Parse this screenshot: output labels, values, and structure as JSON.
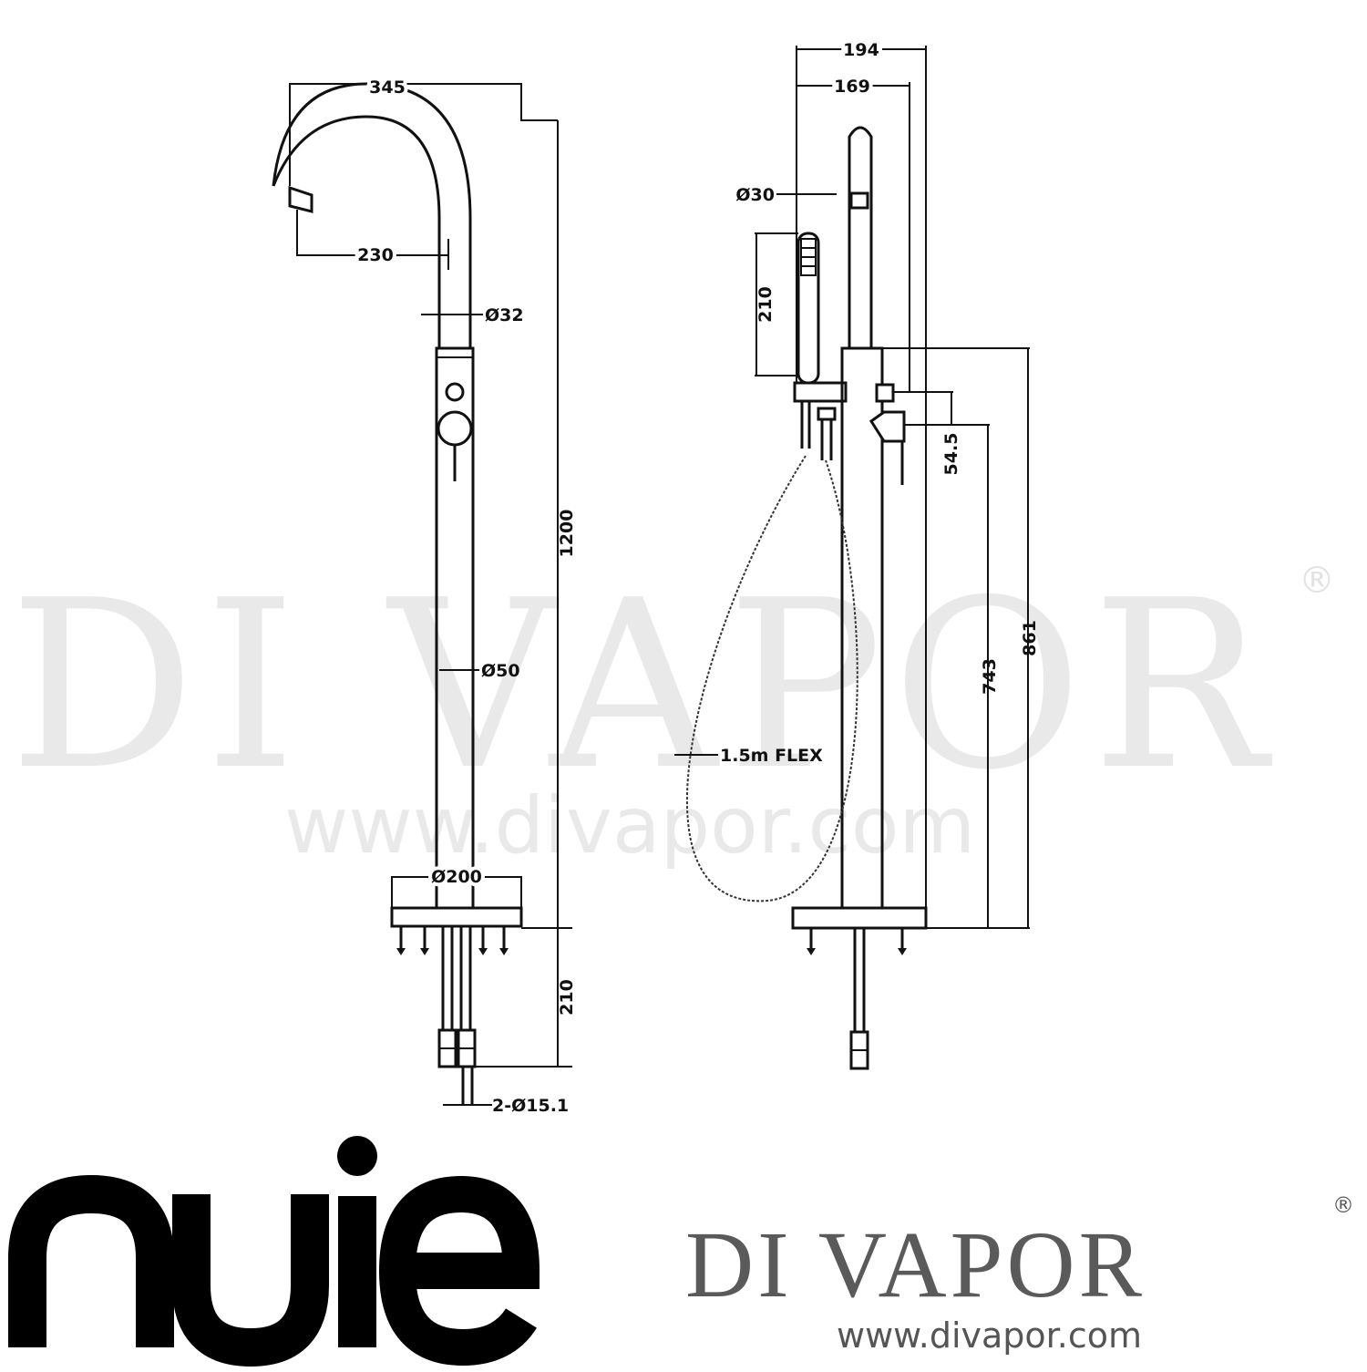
{
  "watermark": {
    "brand": "DI VAPOR",
    "reg": "®",
    "url": "www.divapor.com"
  },
  "front_view": {
    "spout_reach": "345",
    "spout_projection": "230",
    "spout_diameter": "Ø32",
    "overall_height": "1200",
    "body_diameter": "Ø50",
    "base_diameter": "Ø200",
    "below_floor": "210",
    "connections": "2-Ø15.1"
  },
  "side_view": {
    "overall_depth": "194",
    "handset_offset": "169",
    "handset_diameter": "Ø30",
    "handset_length": "210",
    "valve_spacing": "54.5",
    "lower_valve_height": "743",
    "body_height": "861",
    "hose": "1.5m FLEX"
  },
  "logos": {
    "nuie": "nuie",
    "divapor": "DI VAPOR",
    "divapor_reg": "®",
    "divapor_url": "www.divapor.com"
  }
}
